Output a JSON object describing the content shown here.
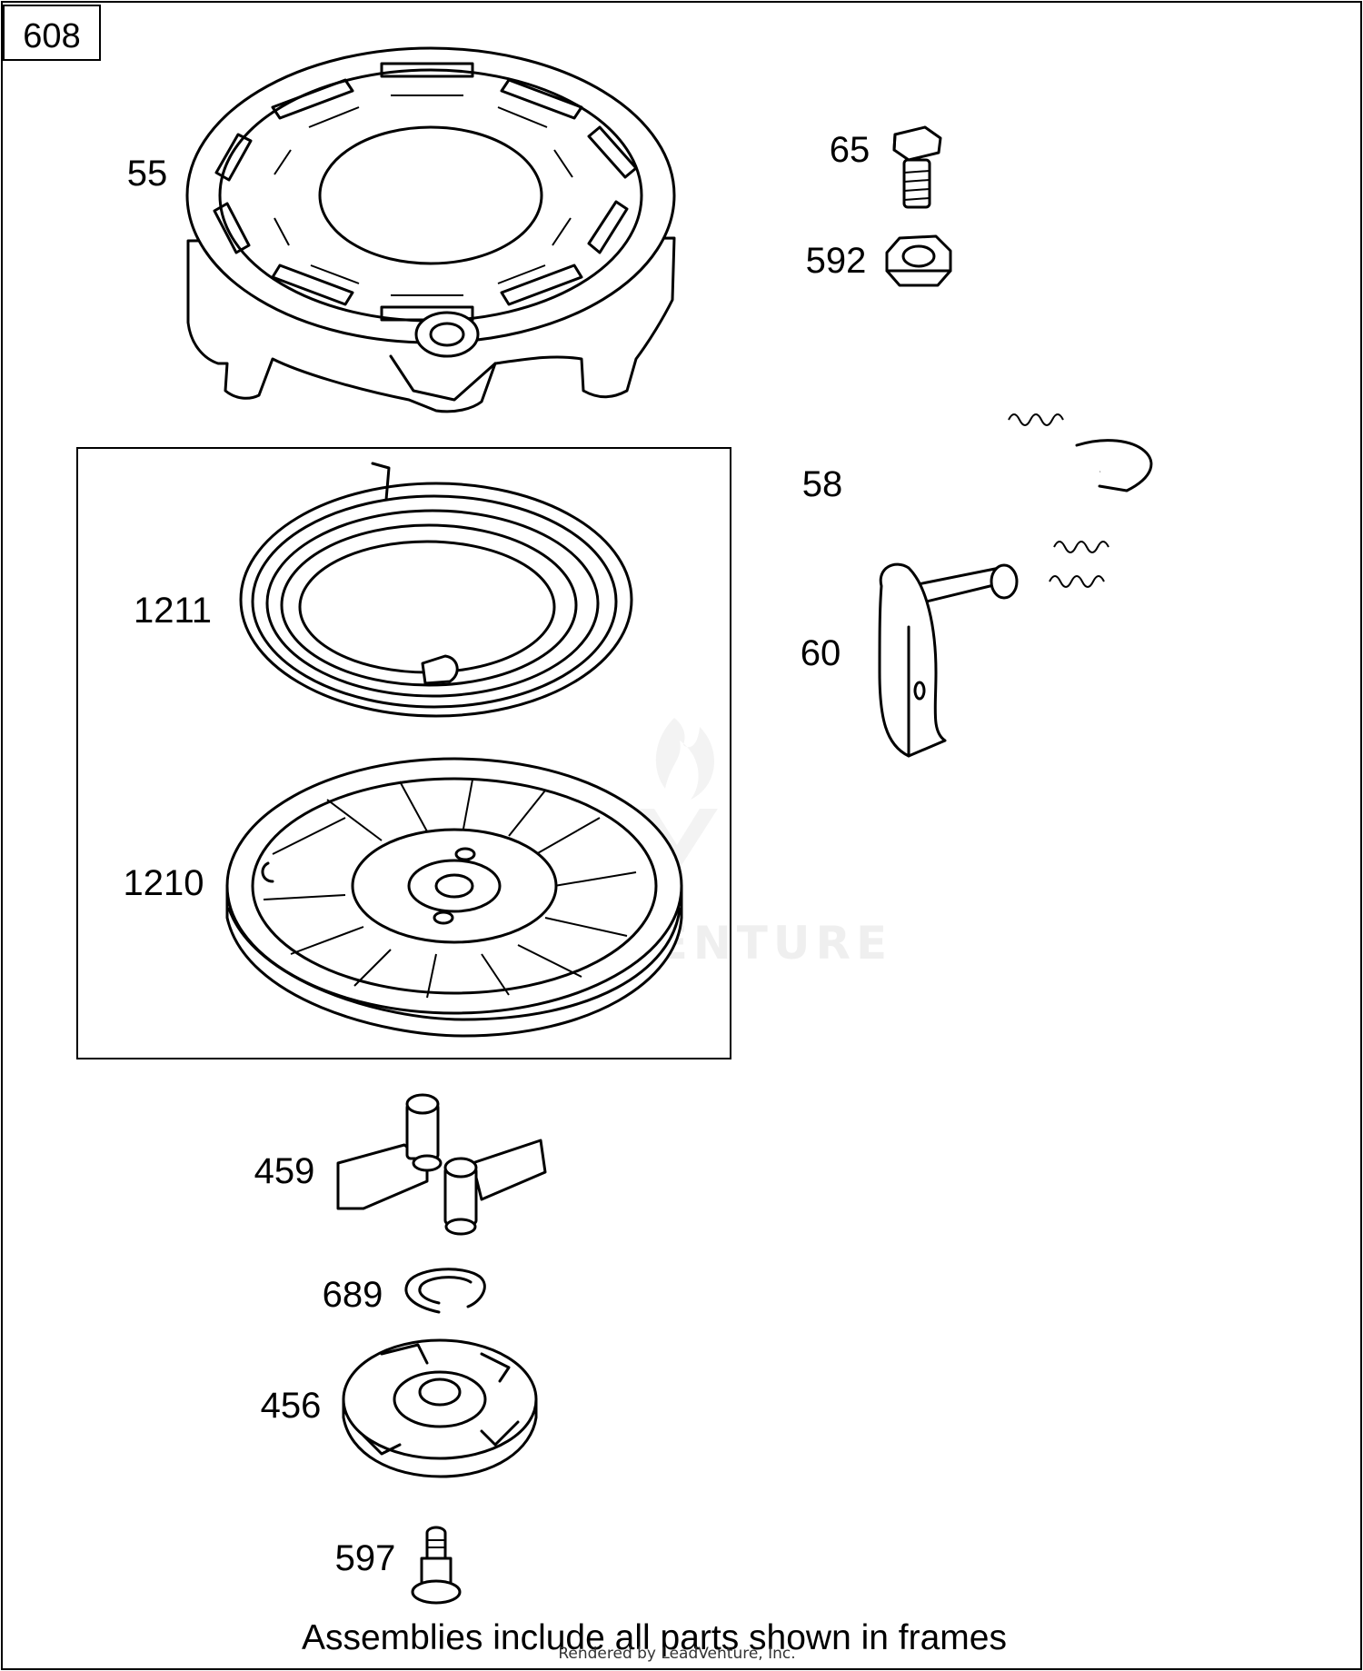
{
  "diagram": {
    "reference_number": "608",
    "parts": [
      {
        "id": "55"
      },
      {
        "id": "65"
      },
      {
        "id": "592"
      },
      {
        "id": "58"
      },
      {
        "id": "60"
      },
      {
        "id": "1211"
      },
      {
        "id": "1210"
      },
      {
        "id": "459"
      },
      {
        "id": "689"
      },
      {
        "id": "456"
      },
      {
        "id": "597"
      }
    ],
    "footer_note": "Assemblies include all parts shown in frames",
    "watermark": "LEADVENTURE",
    "credit": "Rendered by LeadVenture, Inc."
  }
}
